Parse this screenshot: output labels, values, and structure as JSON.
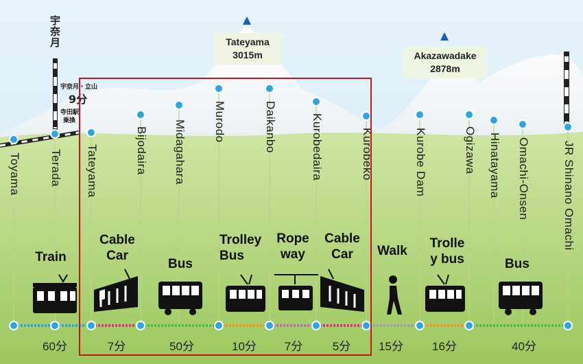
{
  "peaks": [
    {
      "name": "Tateyama",
      "elevation": "3015m"
    },
    {
      "name": "Akazawadake",
      "elevation": "2878m"
    }
  ],
  "sign": {
    "station_vertical": "宇奈月",
    "transfer_line": "宇奈月・立山",
    "transfer_time": "9分",
    "note_line1": "寺田駅",
    "note_line2": "乗換"
  },
  "stations": [
    "Toyama",
    "Terada",
    "Tateyama",
    "Bijodaira",
    "Midagahara",
    "Murodo",
    "Daikanbo",
    "Kurobedaira",
    "Kurobeko",
    "Kurobe Dam",
    "Ogizawa",
    "Hinatayama",
    "Omachi-Onsen",
    "JR Shinano Omachi"
  ],
  "modes": [
    {
      "label": "Train",
      "duration": "60分"
    },
    {
      "label": "Cable\nCar",
      "duration": "7分"
    },
    {
      "label": "Bus",
      "duration": "50分"
    },
    {
      "label": "Trolley\nBus",
      "duration": "10分"
    },
    {
      "label": "Rope\nway",
      "duration": "7分"
    },
    {
      "label": "Cable\nCar",
      "duration": "5分"
    },
    {
      "label": "Walk",
      "duration": "15分"
    },
    {
      "label": "Trolle\ny bus",
      "duration": "16分"
    },
    {
      "label": "Bus",
      "duration": "40分"
    }
  ],
  "colors": {
    "sky": "#d9edf7",
    "mountain_snow": "#ffffff",
    "grass": "#a8cf6a",
    "station_dot": "#2aa6e0",
    "highlight_frame": "#c4161c",
    "peak_marker": "#1b5fb0"
  }
}
